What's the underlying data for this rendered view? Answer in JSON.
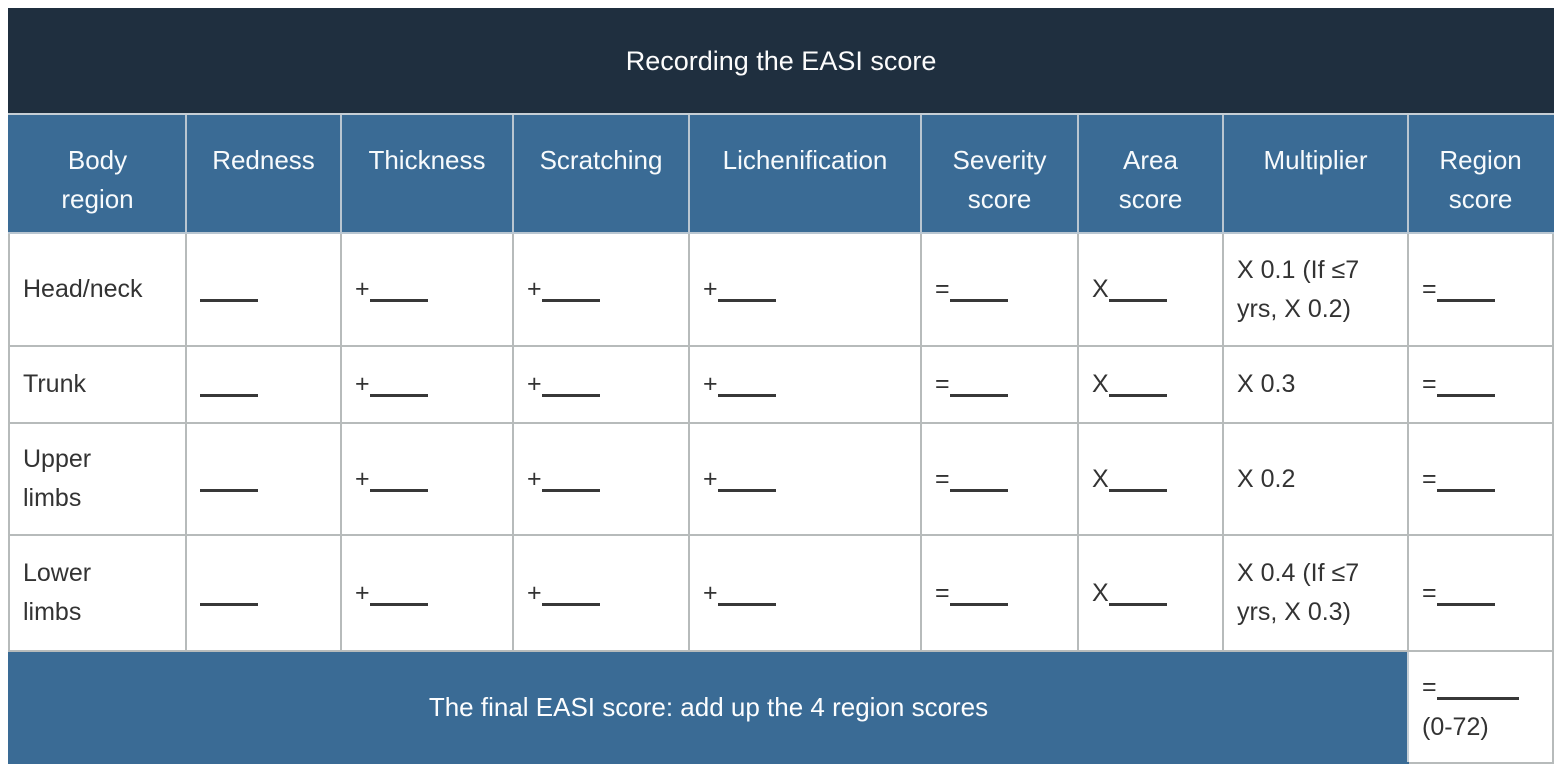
{
  "title": "Recording the EASI score",
  "table": {
    "columns": [
      "Body region",
      "Redness",
      "Thickness",
      "Scratching",
      "Lichenification",
      "Severity score",
      "Area score",
      "Multiplier",
      "Region score"
    ],
    "prefixes": {
      "redness": "",
      "thickness": "+",
      "scratching": "+",
      "lichenification": "+",
      "severity": "=",
      "area": "X",
      "region": "="
    },
    "rows": [
      {
        "label": "Head/neck",
        "multiplier": "X 0.1 (If ≤7 yrs, X 0.2)"
      },
      {
        "label": "Trunk",
        "multiplier": "X 0.3"
      },
      {
        "label": "Upper limbs",
        "multiplier": "X 0.2"
      },
      {
        "label": "Lower limbs",
        "multiplier": "X 0.4 (If ≤7 yrs, X 0.3)"
      }
    ]
  },
  "footer": {
    "label": "The final EASI score: add up the 4 region scores",
    "total_prefix": "=",
    "range": "(0-72)"
  },
  "colors": {
    "title_navy": "#1f2f3f",
    "header_blue": "#3a6b95",
    "border_gray": "#b7bbbb",
    "text_dark": "#333333",
    "text_white": "#ffffff"
  }
}
